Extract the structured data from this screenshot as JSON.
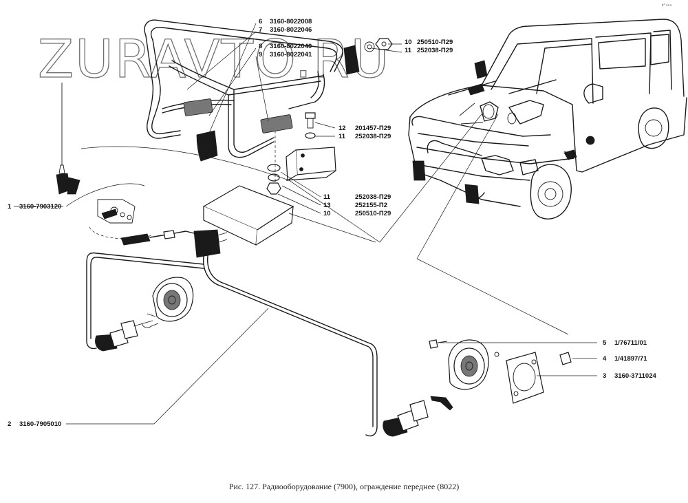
{
  "watermark": "ZURAVTO.RU",
  "corner_mark": "z° »»»",
  "caption": "Рис. 127. Радиооборудование (7900), ограждение переднее (8022)",
  "callouts": [
    {
      "num": "6",
      "code": "3160-8022008"
    },
    {
      "num": "7",
      "code": "3160-8022046"
    },
    {
      "num": "8",
      "code": "3160-8022040"
    },
    {
      "num": "9",
      "code": "3160-8022041"
    },
    {
      "num": "10",
      "code": "250510-П29"
    },
    {
      "num": "11",
      "code": "252038-П29"
    },
    {
      "num": "12",
      "code": "201457-П29"
    },
    {
      "num": "11",
      "code": "252038-П29"
    },
    {
      "num": "11",
      "code": "252038-П29"
    },
    {
      "num": "13",
      "code": "252155-П2"
    },
    {
      "num": "10",
      "code": "250510-П29"
    },
    {
      "num": "1",
      "code": "3160-7903120"
    },
    {
      "num": "5",
      "code": "1/76711/01"
    },
    {
      "num": "4",
      "code": "1/41897/71"
    },
    {
      "num": "3",
      "code": "3160-3711024"
    },
    {
      "num": "2",
      "code": "3160-7905010"
    }
  ]
}
